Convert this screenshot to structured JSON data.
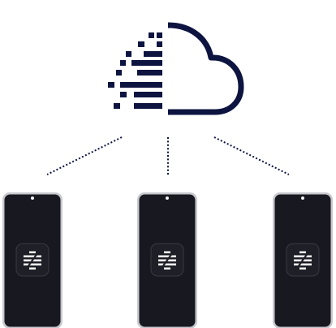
{
  "colors": {
    "ink": "#0d1440",
    "phone_frame": "#c8c8ce",
    "phone_screen": "#181820",
    "icon_tile": "#1f1f27",
    "icon_border": "#3a3a44",
    "camera": "#f0f0f2",
    "glyph": "#ffffff",
    "background": "#ffffff"
  },
  "icons": {
    "cloud": "cloud-icon",
    "data_stream": "data-stream-icon",
    "app": "app-logo-icon"
  },
  "devices": [
    {
      "name": "phone-left"
    },
    {
      "name": "phone-center"
    },
    {
      "name": "phone-right"
    }
  ]
}
